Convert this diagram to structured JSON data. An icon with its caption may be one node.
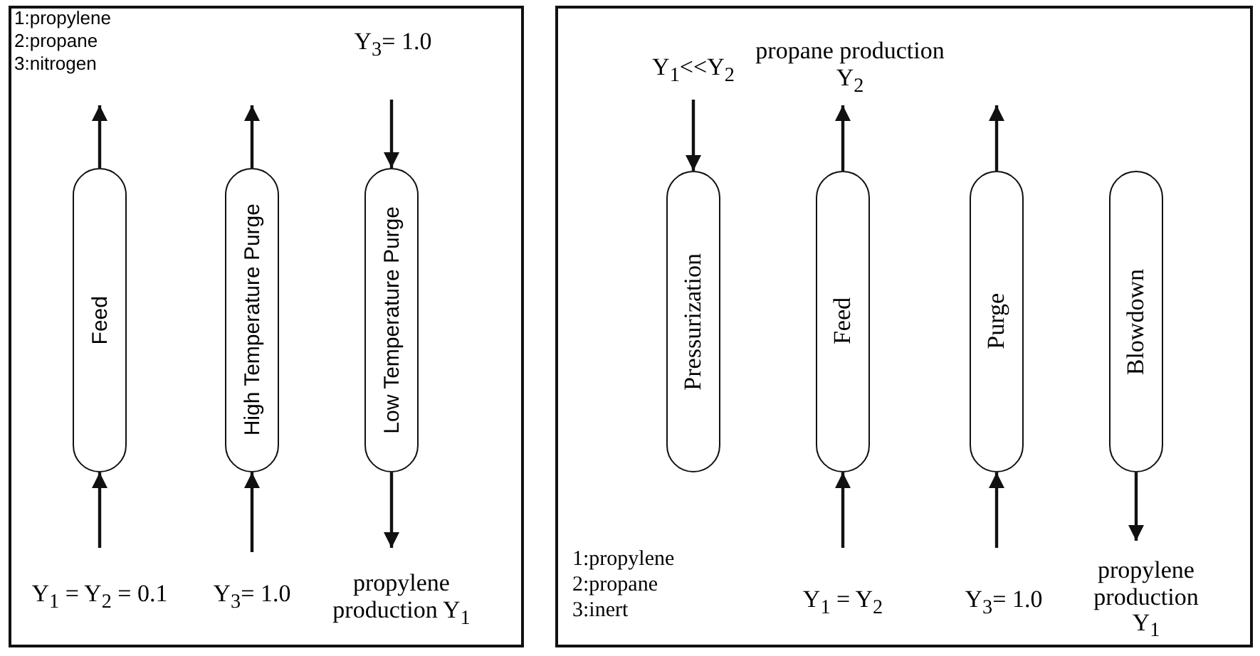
{
  "diagram": {
    "nodes": [
      {
        "text": [],
        "shape": "box"
      },
      {
        "text": [
          "Feed"
        ],
        "in": 0
      },
      {
        "text": [
          "High Temperature Purge"
        ],
        "in": 0
      },
      {
        "text": [
          "Low Temperature Purge"
        ],
        "in": 0
      },
      {
        "text": [],
        "shape": "box"
      },
      {
        "text": [
          "Pressurization"
        ],
        "in": 4
      },
      {
        "text": [
          "Feed"
        ],
        "in": 4
      },
      {
        "text": [
          "Purge"
        ],
        "in": 4
      },
      {
        "text": [
          "Blowdown"
        ],
        "in": 4
      }
    ],
    "edges": [
      {
        "from": null,
        "to": 1,
        "arrow": "to",
        "label": "Y$_{1}$ = Y$_{2}$ = 0.1"
      },
      {
        "from": 1,
        "to": null,
        "arrow": "to"
      },
      {
        "from": null,
        "to": 2,
        "arrow": "to",
        "label": "Y$_{3}$= 1.0"
      },
      {
        "from": 2,
        "to": null,
        "arrow": "to"
      },
      {
        "from": null,
        "to": 3,
        "arrow": "to",
        "label": "Y$_{3}$= 1.0"
      },
      {
        "from": 3,
        "to": null,
        "arrow": "to",
        "label": "propylene production Y$_{1}$"
      },
      {
        "from": null,
        "to": 5,
        "arrow": "to",
        "label": "Y$_{1}$<<Y$_{2}$"
      },
      {
        "from": 6,
        "to": null,
        "arrow": "to",
        "label": "propane production Y$_{2}$"
      },
      {
        "from": null,
        "to": 6,
        "arrow": "to",
        "label": "Y$_{1}$ = Y$_{2}$"
      },
      {
        "from": 7,
        "to": null,
        "arrow": "to"
      },
      {
        "from": null,
        "to": 7,
        "arrow": "to",
        "label": "Y$_{3}$= 1.0"
      },
      {
        "from": 8,
        "to": null,
        "arrow": "to",
        "label": "propylene production Y$_{1}$"
      }
    ],
    "labels": [
      "1:propylene",
      "2:propane",
      "3:nitrogen",
      "1:propylene",
      "2:propane",
      "3:inert"
    ]
  }
}
